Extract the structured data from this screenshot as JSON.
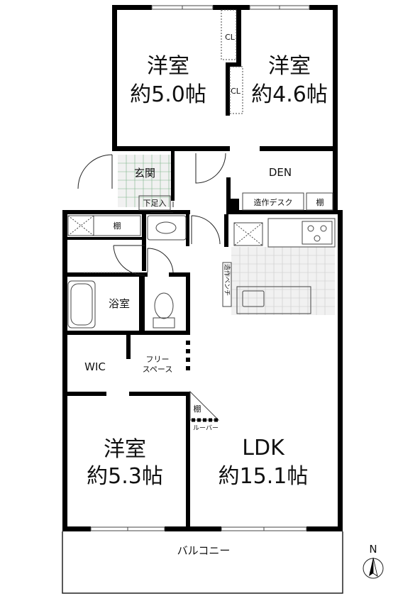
{
  "rooms": {
    "western_nw": {
      "name": "洋室",
      "area": "約5.0帖"
    },
    "western_ne": {
      "name": "洋室",
      "area": "約4.6帖"
    },
    "western_sw": {
      "name": "洋室",
      "area": "約5.3帖"
    },
    "ldk": {
      "name": "LDK",
      "area": "約15.1帖"
    },
    "genkan": "玄関",
    "den": "DEN",
    "bath": "浴室",
    "wic": "WIC",
    "balcony": "バルコニー"
  },
  "fixtures": {
    "closet_1": "CL",
    "closet_2": "CL",
    "shoe_storage": "下足入",
    "built_in_desk": "造作デスク",
    "shelf_den": "棚",
    "shelf_wash": "棚",
    "shelf_ldk": "棚",
    "built_in_bench": "造作ベンチ",
    "free_space": [
      "フリー",
      "スペース"
    ],
    "louver": "ルーバー"
  },
  "compass": {
    "letter": "N"
  }
}
